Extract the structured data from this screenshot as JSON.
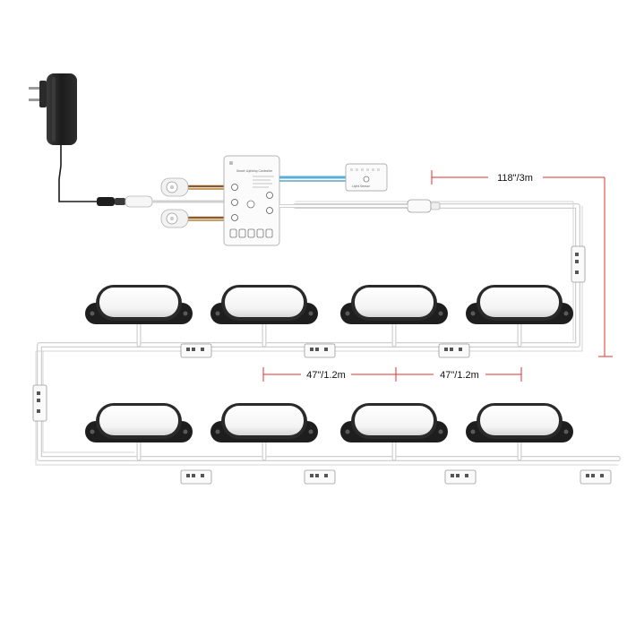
{
  "dimensions": {
    "total_run": "118\"/3m",
    "segment_1": "47\"/1.2m",
    "segment_2": "47\"/1.2m"
  },
  "controller": {
    "title": "Smart Lighting Controller",
    "remote_label": "Light Sensor"
  },
  "colors": {
    "cable": "#e4e4e4",
    "power_wire": "#222222",
    "sensor_wire": "#8a5a2b",
    "sensor_wire_alt": "#c8a06a",
    "remote_wire": "#5aaed6",
    "dimension_line": "#e03030",
    "light_base": "#1e1e1e"
  },
  "icons": {
    "adapter": "power-adapter-icon",
    "sensor": "pir-sensor-icon",
    "light": "puck-light-icon",
    "connector": "connector-icon"
  }
}
